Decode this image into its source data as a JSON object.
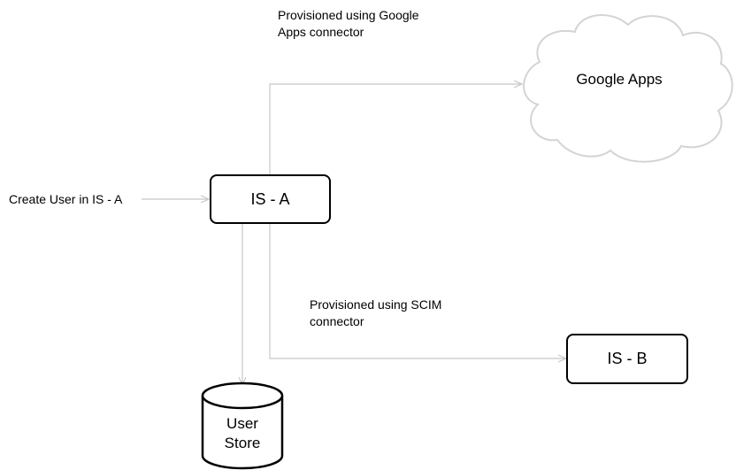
{
  "labels": {
    "google_provision_line1": "Provisioned using  Google",
    "google_provision_line2": "Apps connector",
    "scim_provision_line1": "Provisioned using  SCIM",
    "scim_provision_line2": "connector",
    "create_user": "Create User in IS  - A"
  },
  "nodes": {
    "is_a": "IS - A",
    "is_b": "IS - B",
    "google_apps": "Google Apps",
    "user_store_line1": "User",
    "user_store_line2": "Store"
  },
  "colors": {
    "connector": "#c8c8c8",
    "border": "#000000",
    "cloud_border": "#d4d4d4"
  }
}
